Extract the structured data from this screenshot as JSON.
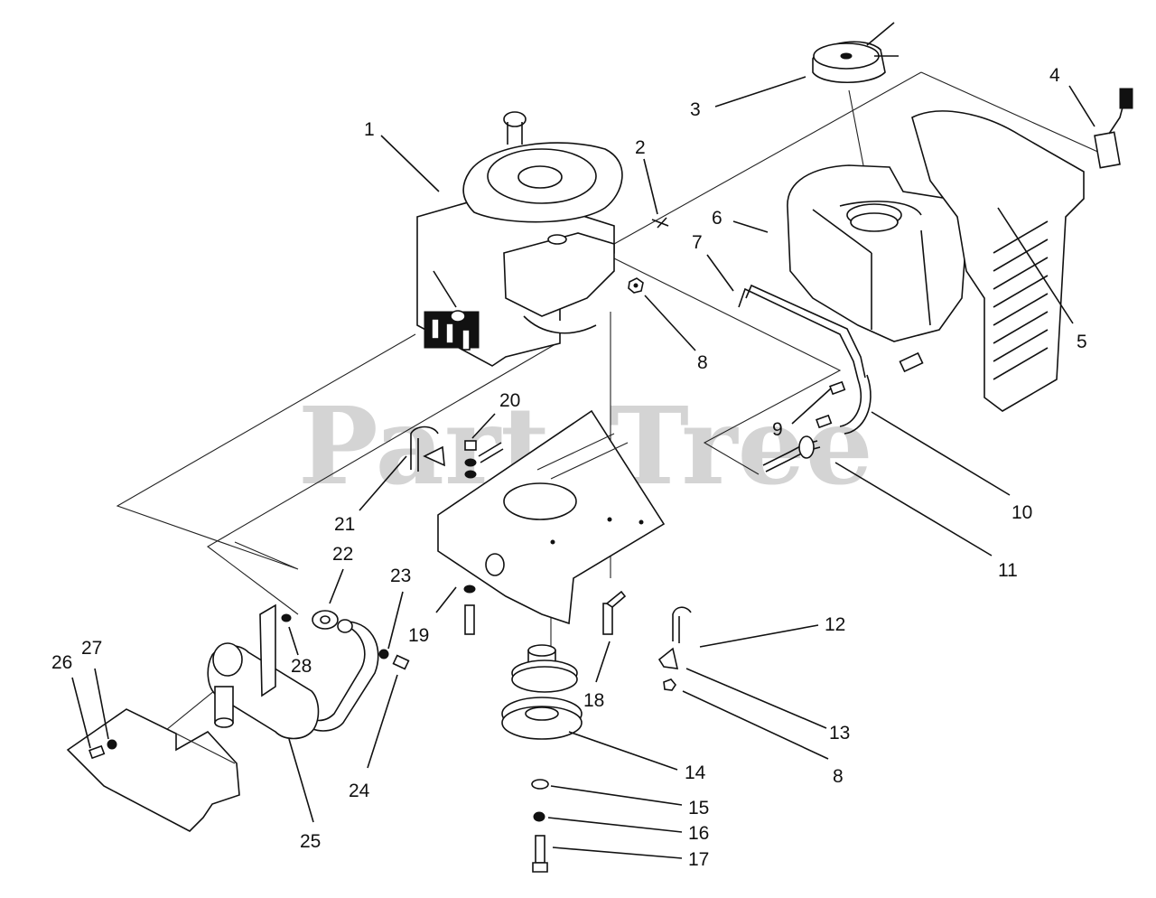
{
  "watermark": "PartsTree",
  "callouts": [
    {
      "id": "c1",
      "text": "1"
    },
    {
      "id": "c2",
      "text": "2"
    },
    {
      "id": "c3",
      "text": "3"
    },
    {
      "id": "c4",
      "text": "4"
    },
    {
      "id": "c5",
      "text": "5"
    },
    {
      "id": "c6",
      "text": "6"
    },
    {
      "id": "c7",
      "text": "7"
    },
    {
      "id": "c8a",
      "text": "8"
    },
    {
      "id": "c8b",
      "text": "8"
    },
    {
      "id": "c9",
      "text": "9"
    },
    {
      "id": "c10",
      "text": "10"
    },
    {
      "id": "c11",
      "text": "11"
    },
    {
      "id": "c12",
      "text": "12"
    },
    {
      "id": "c13",
      "text": "13"
    },
    {
      "id": "c14",
      "text": "14"
    },
    {
      "id": "c15",
      "text": "15"
    },
    {
      "id": "c16",
      "text": "16"
    },
    {
      "id": "c17",
      "text": "17"
    },
    {
      "id": "c18",
      "text": "18"
    },
    {
      "id": "c19",
      "text": "19"
    },
    {
      "id": "c20",
      "text": "20"
    },
    {
      "id": "c21",
      "text": "21"
    },
    {
      "id": "c22",
      "text": "22"
    },
    {
      "id": "c23",
      "text": "23"
    },
    {
      "id": "c24",
      "text": "24"
    },
    {
      "id": "c25",
      "text": "25"
    },
    {
      "id": "c26",
      "text": "26"
    },
    {
      "id": "c27",
      "text": "27"
    },
    {
      "id": "c28",
      "text": "28"
    }
  ]
}
